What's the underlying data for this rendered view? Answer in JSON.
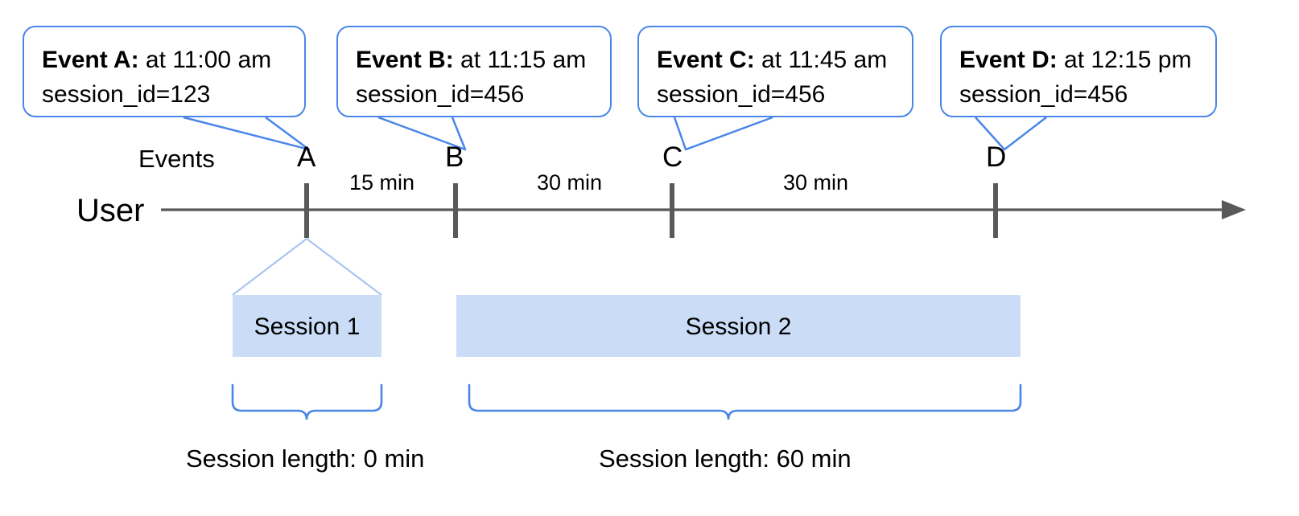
{
  "diagram": {
    "row_labels": {
      "events": "Events",
      "user": "User"
    },
    "callouts": [
      {
        "title": "Event A:",
        "time": " at 11:00 am",
        "session_id": "session_id=123",
        "letter": "A"
      },
      {
        "title": "Event B:",
        "time": " at 11:15 am",
        "session_id": "session_id=456",
        "letter": "B"
      },
      {
        "title": "Event C:",
        "time": " at 11:45 am",
        "session_id": "session_id=456",
        "letter": "C"
      },
      {
        "title": "Event D:",
        "time": " at 12:15 pm",
        "session_id": "session_id=456",
        "letter": "D"
      }
    ],
    "gaps": [
      {
        "label": "15 min",
        "from": "A",
        "to": "B"
      },
      {
        "label": "30 min",
        "from": "B",
        "to": "C"
      },
      {
        "label": "30 min",
        "from": "C",
        "to": "D"
      }
    ],
    "sessions": [
      {
        "name": "Session 1",
        "length_label": "Session length: 0 min"
      },
      {
        "name": "Session 2",
        "length_label": "Session length: 60 min"
      }
    ],
    "colors": {
      "callout_border": "#4a86e8",
      "bracket": "#4a86e8",
      "session_fill": "#cbdcf7",
      "session_edge": "#a9c5ef",
      "axis": "#595959",
      "tick": "#595959",
      "text": "#000000"
    }
  }
}
